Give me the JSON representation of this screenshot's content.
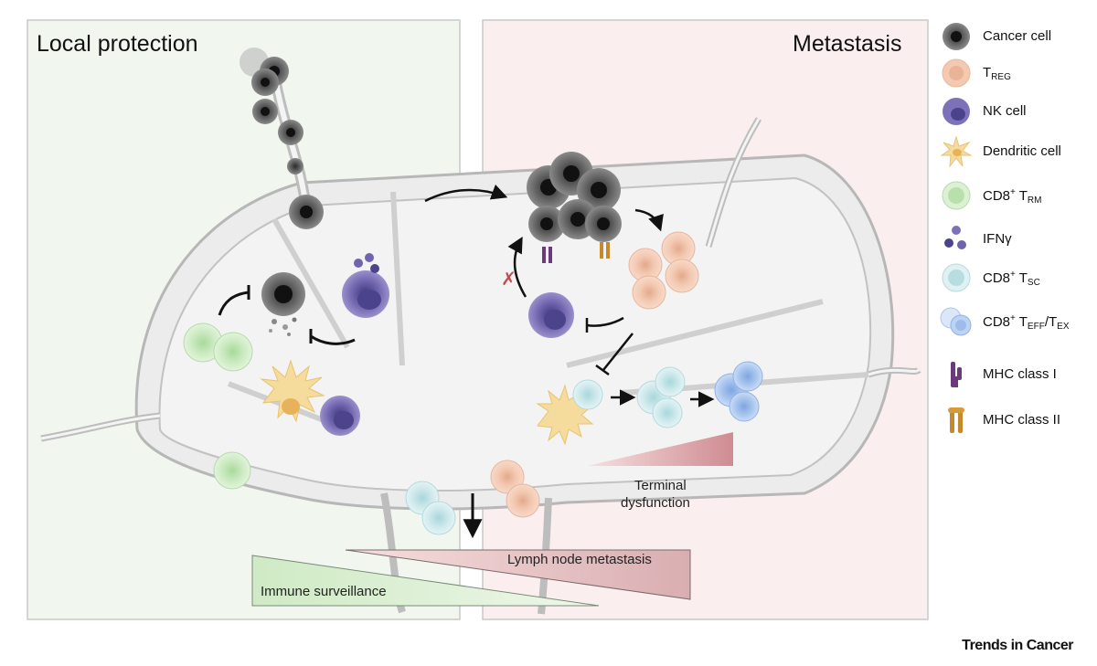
{
  "panels": {
    "left_title": "Local protection",
    "right_title": "Metastasis"
  },
  "legend": [
    {
      "id": "cancer",
      "text": "Cancer cell",
      "sup": "",
      "main": "",
      "sub": "",
      "sub2_main": "",
      "sub2": "",
      "icon": "cancer-cell-icon"
    },
    {
      "id": "treg",
      "text": "",
      "sup": "",
      "main": "T",
      "sub": "REG",
      "sub2_main": "",
      "sub2": "",
      "icon": "treg-cell-icon"
    },
    {
      "id": "nk",
      "text": "NK cell",
      "sup": "",
      "main": "",
      "sub": "",
      "sub2_main": "",
      "sub2": "",
      "icon": "nk-cell-icon"
    },
    {
      "id": "dc",
      "text": "Dendritic cell",
      "sup": "",
      "main": "",
      "sub": "",
      "sub2_main": "",
      "sub2": "",
      "icon": "dendritic-cell-icon"
    },
    {
      "id": "trm",
      "text": "CD8",
      "sup": "+",
      "main": " T",
      "sub": "RM",
      "sub2_main": "",
      "sub2": "",
      "icon": "cd8-trm-cell-icon"
    },
    {
      "id": "ifng",
      "text": "IFNγ",
      "sup": "",
      "main": "",
      "sub": "",
      "sub2_main": "",
      "sub2": "",
      "icon": "ifn-gamma-icon"
    },
    {
      "id": "tsc",
      "text": "CD8",
      "sup": "+",
      "main": " T",
      "sub": "SC",
      "sub2_main": "",
      "sub2": "",
      "icon": "cd8-tsc-cell-icon"
    },
    {
      "id": "teff",
      "text": "CD8",
      "sup": "+",
      "main": " T",
      "sub": "EFF",
      "sub2_main": "/T",
      "sub2": "EX",
      "icon": "cd8-teff-tex-cell-icon"
    },
    {
      "id": "mhc1",
      "text": "MHC class I",
      "sup": "",
      "main": "",
      "sub": "",
      "sub2_main": "",
      "sub2": "",
      "icon": "mhc-class-1-icon"
    },
    {
      "id": "mhc2",
      "text": "MHC class II",
      "sup": "",
      "main": "",
      "sub": "",
      "sub2_main": "",
      "sub2": "",
      "icon": "mhc-class-2-icon"
    }
  ],
  "gradients": {
    "terminal_dysfunction_1": "Terminal",
    "terminal_dysfunction_2": "dysfunction",
    "lymph_node_metastasis": "Lymph node metastasis",
    "immune_surveillance": "Immune surveillance"
  },
  "colors": {
    "left_panel_bg": "#f1f7ef",
    "right_panel_bg": "#faeeee",
    "treg": "#f3c9b2",
    "nk": "#6f64ad",
    "trm": "#cdebc3",
    "tsc": "#cfe9ec",
    "teff": "#a9c6ee",
    "mhc1": "#6b3a7a",
    "mhc2": "#c68a2a",
    "dendritic": "#f6dc9c"
  },
  "brand": "Trends in Cancer"
}
